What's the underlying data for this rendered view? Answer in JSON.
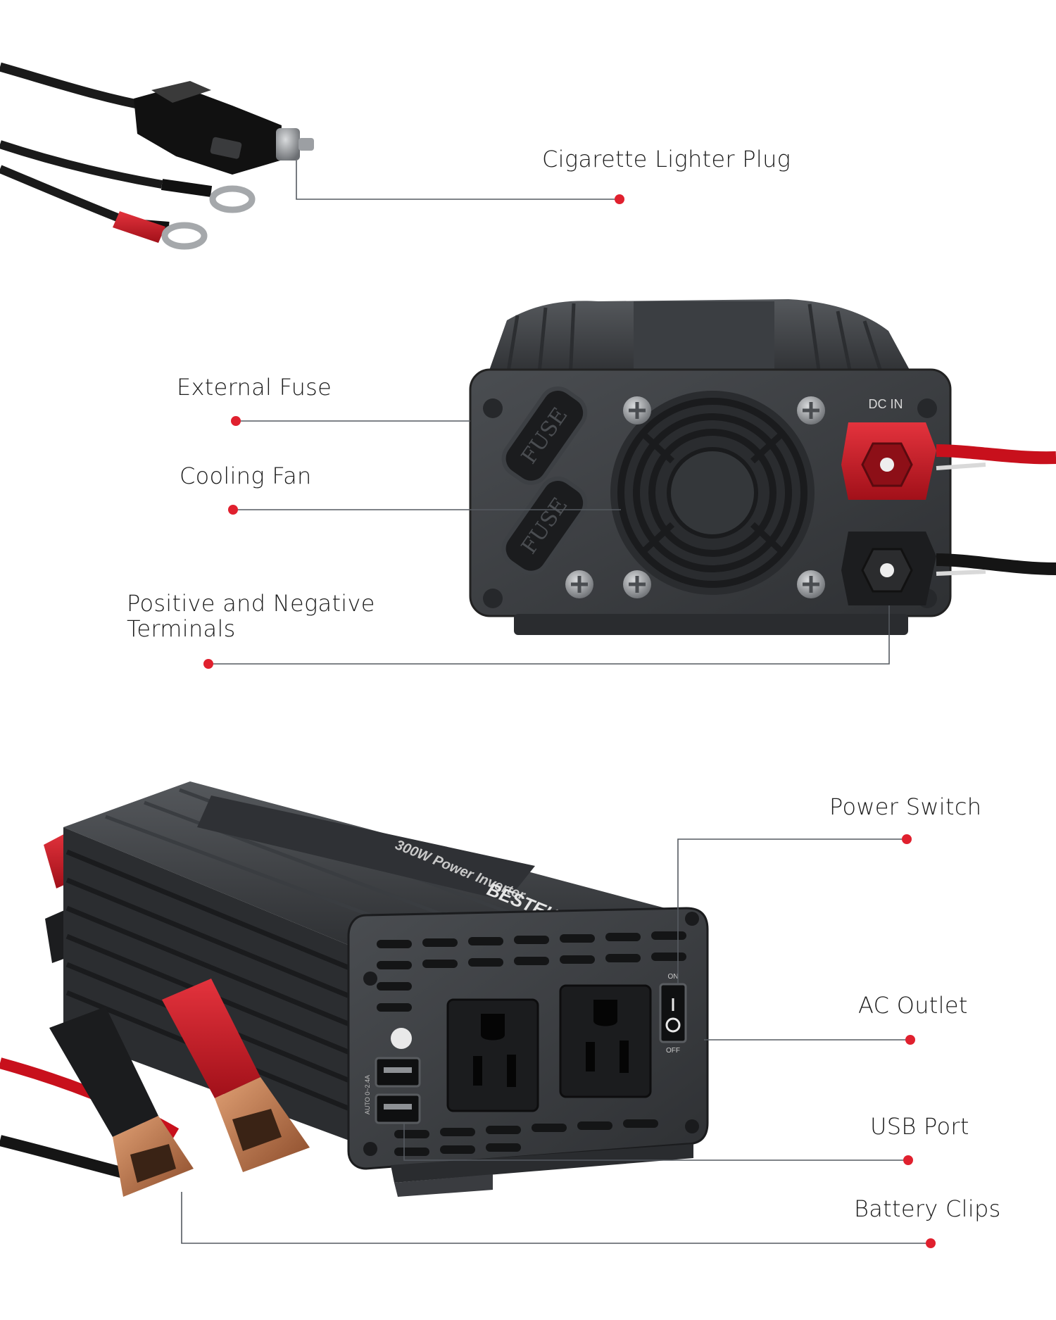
{
  "accent_color": "#e0202e",
  "callouts": {
    "cigarette_lighter_plug": "Cigarette Lighter Plug",
    "external_fuse": "External Fuse",
    "cooling_fan": "Cooling Fan",
    "terminals_line1": "Positive and Negative",
    "terminals_line2": "Terminals",
    "power_switch": "Power Switch",
    "ac_outlet": "AC Outlet",
    "usb_port": "USB Port",
    "battery_clips": "Battery Clips"
  },
  "product_markings": {
    "fuse": "FUSE",
    "dc_in": "DC IN",
    "brand": "BESTEK",
    "model_title": "300W Power Inverter",
    "switch_on": "ON",
    "switch_off": "OFF",
    "usb_label": "AUTO 0~2.4A"
  }
}
